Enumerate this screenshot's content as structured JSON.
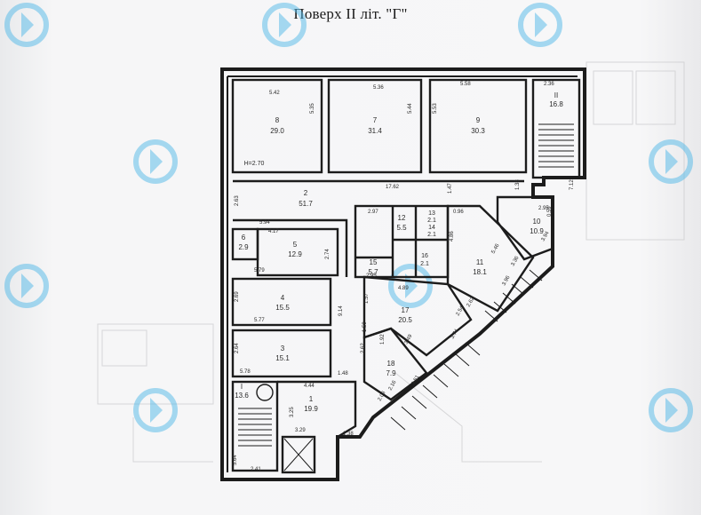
{
  "title": "Поверх ІІ  літ. \"Г\"",
  "rooms": [
    {
      "id": "8",
      "area": "29.0"
    },
    {
      "id": "7",
      "area": "31.4"
    },
    {
      "id": "9",
      "area": "30.3"
    },
    {
      "id": "II",
      "area": "16.8"
    },
    {
      "id": "2",
      "area": "51.7"
    },
    {
      "id": "6",
      "area": "2.9"
    },
    {
      "id": "5",
      "area": "12.9"
    },
    {
      "id": "4",
      "area": "15.5"
    },
    {
      "id": "3",
      "area": "15.1"
    },
    {
      "id": "I",
      "area": "13.6"
    },
    {
      "id": "1",
      "area": "19.9"
    },
    {
      "id": "10",
      "area": "10.9"
    },
    {
      "id": "11",
      "area": "18.1"
    },
    {
      "id": "12",
      "area": "5.5"
    },
    {
      "id": "13",
      "area": "2.1"
    },
    {
      "id": "14",
      "area": "2.1"
    },
    {
      "id": "15",
      "area": "5.7"
    },
    {
      "id": "16",
      "area": "2.1"
    },
    {
      "id": "17",
      "area": "20.5"
    },
    {
      "id": "18",
      "area": "7.9"
    }
  ],
  "ceiling_height": "H=2.70",
  "dimensions": [
    "5.42",
    "5.36",
    "5.58",
    "2.36",
    "5.35",
    "5.44",
    "5.53",
    "17.62",
    "1.47",
    "1.38",
    "7.12",
    "2.63",
    "5.94",
    "4.17",
    "2.74",
    "5.79",
    "2.69",
    "9.14",
    "5.77",
    "2.64",
    "5.78",
    "1.48",
    "4.44",
    "3.25",
    "3.29",
    "1.38",
    "5.64",
    "2.41",
    "2.97",
    "0.96",
    "2.95",
    "0.59",
    "3.94",
    "5.46",
    "3.36",
    "3.96",
    "4.86",
    "4.89",
    "2.95",
    "1.57",
    "2.54",
    "2.62",
    "3.49",
    "3.74",
    "1.59",
    "1.92",
    "2.62",
    "3.51",
    "2.16",
    "2.03"
  ]
}
